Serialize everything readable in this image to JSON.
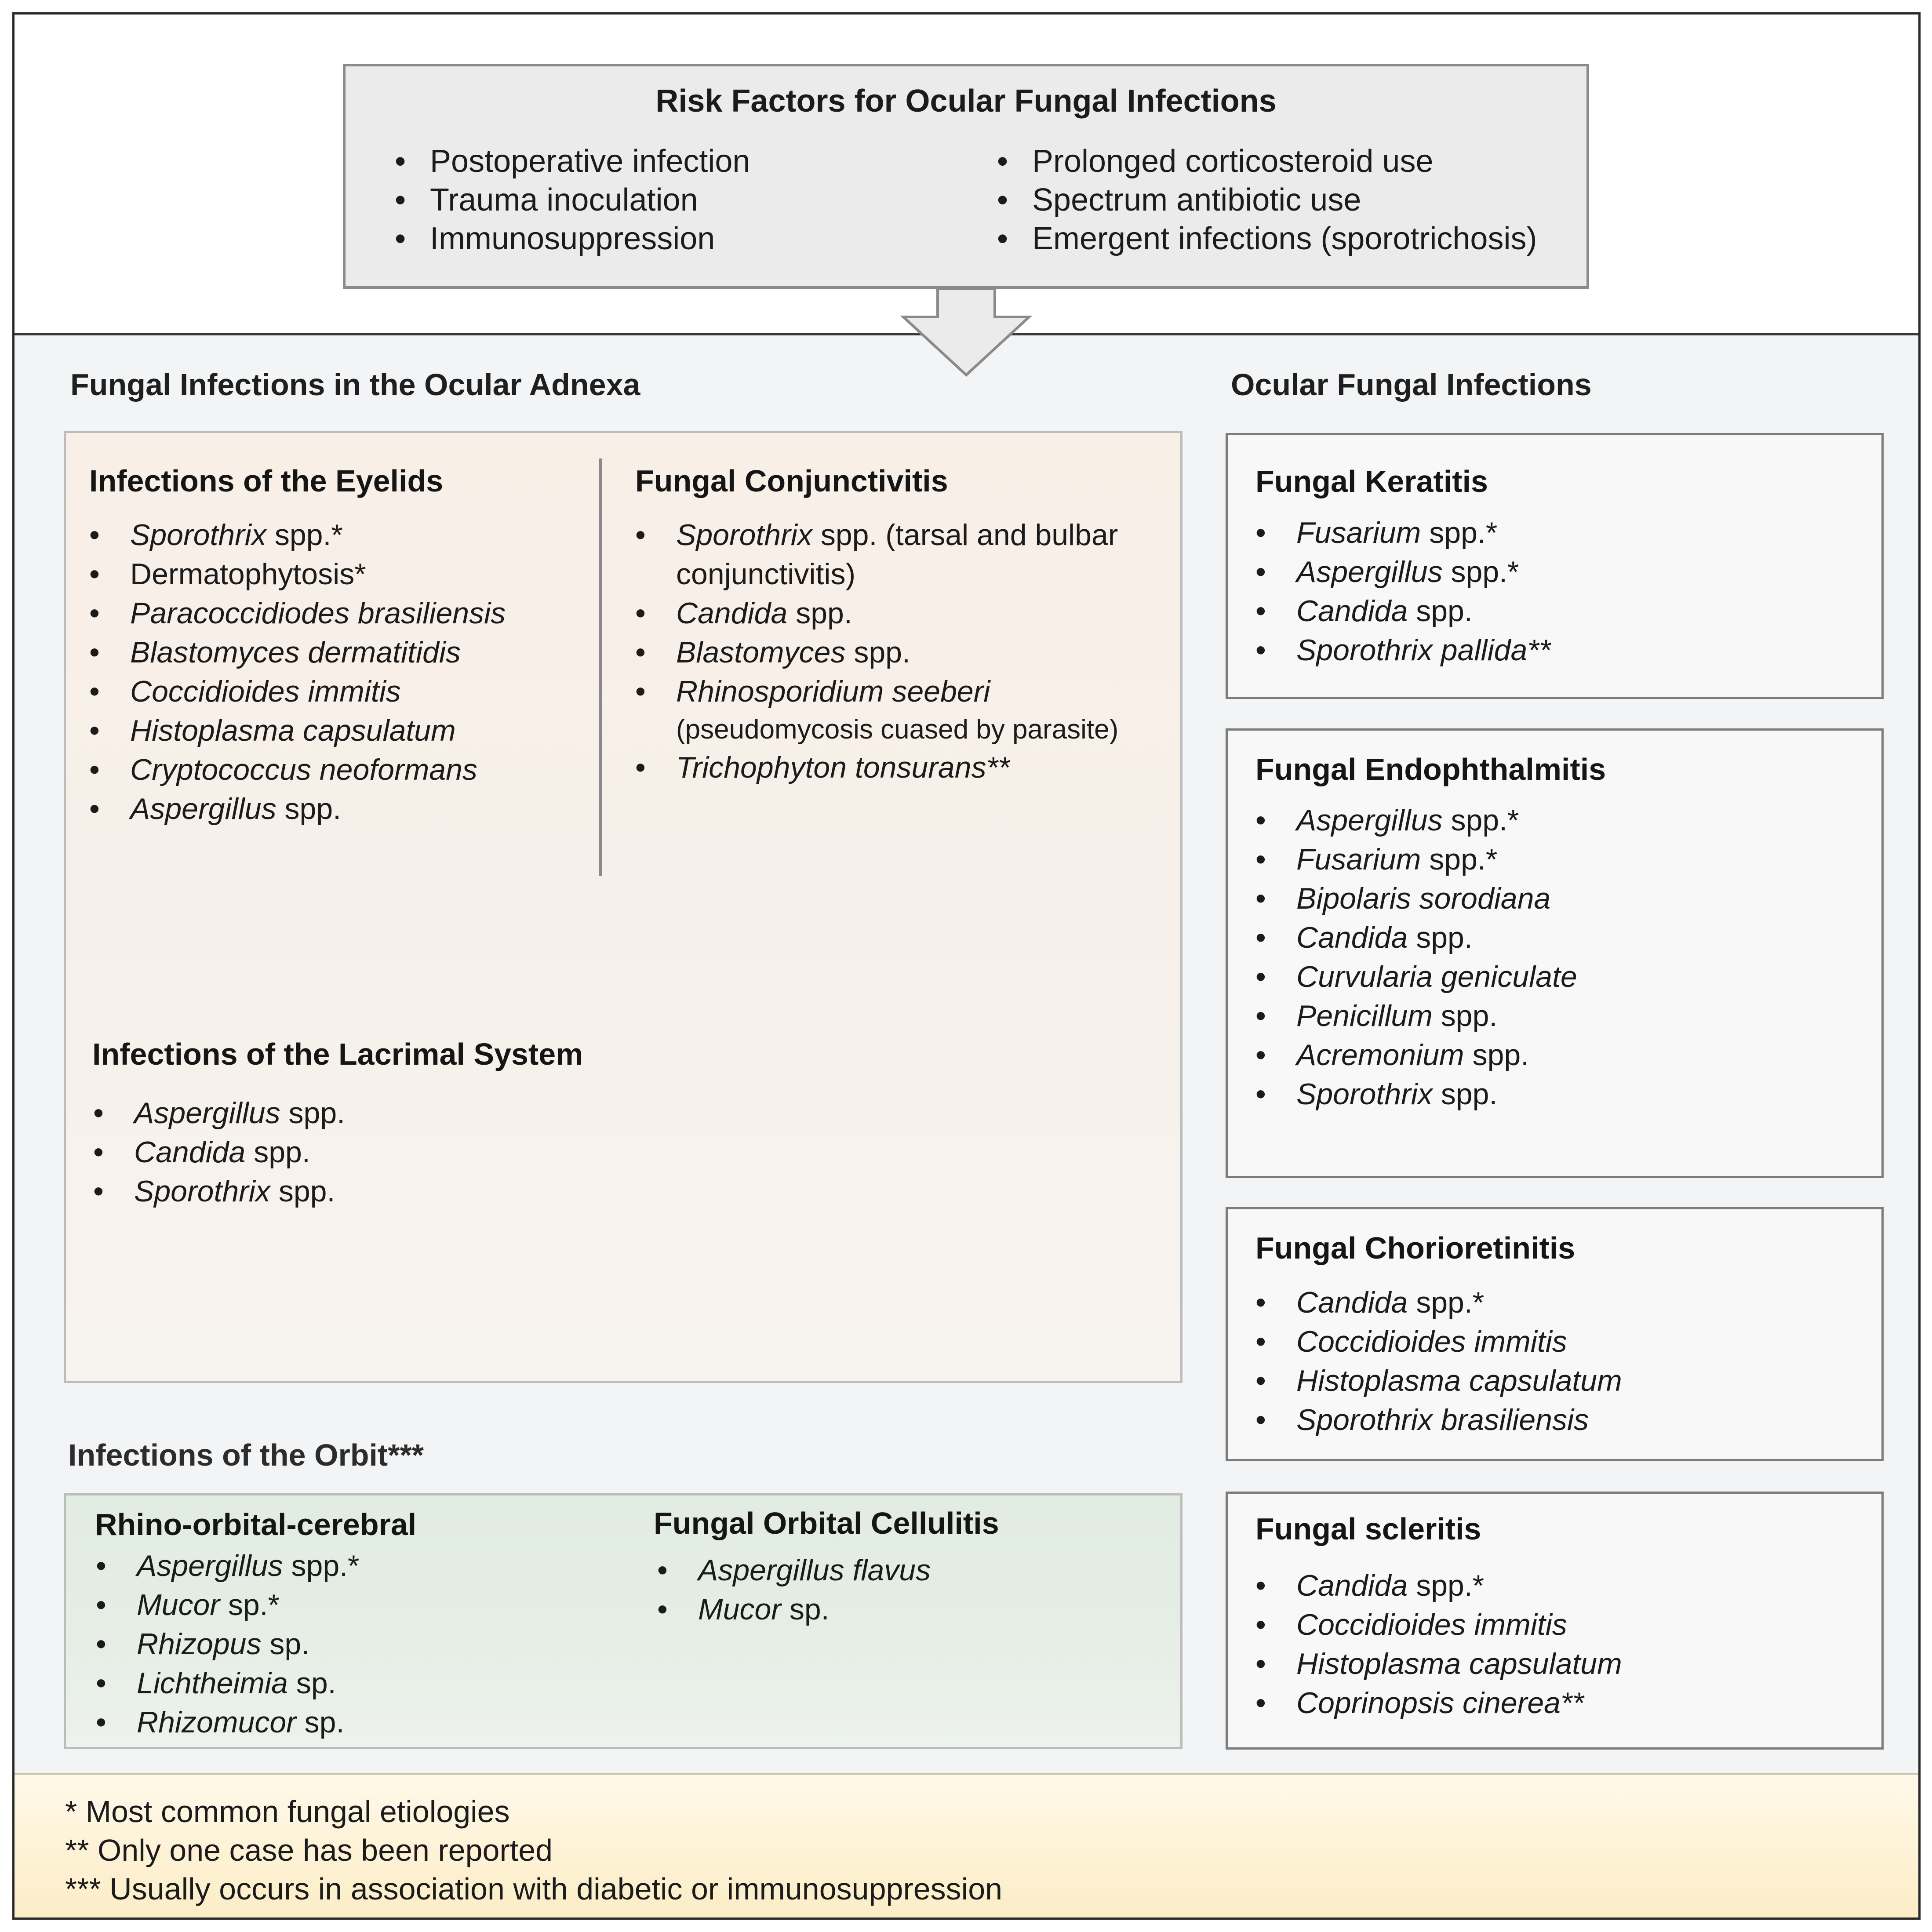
{
  "risk_factors": {
    "title": "Risk Factors for Ocular Fungal Infections",
    "left": [
      "Postoperative infection",
      "Trauma inoculation",
      "Immunosuppression"
    ],
    "right": [
      "Prolonged corticosteroid use",
      "Spectrum antibiotic use",
      "Emergent infections (sporotrichosis)"
    ]
  },
  "adnexa": {
    "title": "Fungal Infections in the Ocular Adnexa",
    "eyelids": {
      "title": "Infections of the Eyelids",
      "items": [
        {
          "name": "Sporothrix",
          "suffix": " spp.*"
        },
        {
          "name": "",
          "suffix": "Dermatophytosis*"
        },
        {
          "name": "Paracoccidiodes brasiliensis",
          "suffix": ""
        },
        {
          "name": "Blastomyces dermatitidis",
          "suffix": ""
        },
        {
          "name": "Coccidioides immitis",
          "suffix": ""
        },
        {
          "name": "Histoplasma capsulatum",
          "suffix": ""
        },
        {
          "name": "Cryptococcus neoformans",
          "suffix": ""
        },
        {
          "name": "Aspergillus",
          "suffix": " spp."
        }
      ]
    },
    "conjunctivitis": {
      "title": "Fungal Conjunctivitis",
      "items": [
        {
          "name": "Sporothrix",
          "suffix": " spp. (tarsal and bulbar conjunctivitis)"
        },
        {
          "name": "Candida",
          "suffix": " spp."
        },
        {
          "name": "Blastomyces",
          "suffix": " spp."
        },
        {
          "name": "Rhinosporidium seeberi",
          "suffix": "",
          "note": "(pseudomycosis cuased by parasite)"
        },
        {
          "name": "Trichophyton tonsurans**",
          "suffix": ""
        }
      ]
    },
    "lacrimal": {
      "title": "Infections of the Lacrimal System",
      "items": [
        {
          "name": "Aspergillus",
          "suffix": " spp."
        },
        {
          "name": "Candida",
          "suffix": " spp."
        },
        {
          "name": "Sporothrix",
          "suffix": " spp."
        }
      ]
    }
  },
  "orbit": {
    "title": "Infections of the Orbit***",
    "rhino": {
      "title": "Rhino-orbital-cerebral",
      "items": [
        {
          "name": "Aspergillus",
          "suffix": " spp.*"
        },
        {
          "name": "Mucor",
          "suffix": " sp.*"
        },
        {
          "name": "Rhizopus",
          "suffix": " sp."
        },
        {
          "name": "Lichtheimia",
          "suffix": " sp."
        },
        {
          "name": "Rhizomucor",
          "suffix": " sp."
        }
      ]
    },
    "cellulitis": {
      "title": "Fungal Orbital Cellulitis",
      "items": [
        {
          "name": "Aspergillus flavus",
          "suffix": ""
        },
        {
          "name": "Mucor",
          "suffix": " sp."
        }
      ]
    }
  },
  "ocular": {
    "title": "Ocular Fungal Infections",
    "keratitis": {
      "title": "Fungal Keratitis",
      "items": [
        {
          "name": "Fusarium",
          "suffix": " spp.*"
        },
        {
          "name": "Aspergillus",
          "suffix": " spp.*"
        },
        {
          "name": "Candida",
          "suffix": " spp."
        },
        {
          "name": "Sporothrix pallida**",
          "suffix": ""
        }
      ]
    },
    "endophthalmitis": {
      "title": "Fungal Endophthalmitis",
      "items": [
        {
          "name": "Aspergillus",
          "suffix": " spp.*"
        },
        {
          "name": "Fusarium",
          "suffix": " spp.*"
        },
        {
          "name": "Bipolaris sorodiana",
          "suffix": ""
        },
        {
          "name": "Candida",
          "suffix": " spp."
        },
        {
          "name": "Curvularia geniculate",
          "suffix": ""
        },
        {
          "name": "Penicillum",
          "suffix": " spp."
        },
        {
          "name": "Acremonium",
          "suffix": " spp."
        },
        {
          "name": "Sporothrix",
          "suffix": " spp."
        }
      ]
    },
    "chorioretinitis": {
      "title": "Fungal Chorioretinitis",
      "items": [
        {
          "name": "Candida",
          "suffix": " spp.*"
        },
        {
          "name": "Coccidioides immitis",
          "suffix": ""
        },
        {
          "name": "Histoplasma capsulatum",
          "suffix": ""
        },
        {
          "name": "Sporothrix brasiliensis",
          "suffix": ""
        }
      ]
    },
    "scleritis": {
      "title": "Fungal scleritis",
      "items": [
        {
          "name": "Candida",
          "suffix": " spp.*"
        },
        {
          "name": "Coccidioides immitis",
          "suffix": ""
        },
        {
          "name": "Histoplasma capsulatum",
          "suffix": ""
        },
        {
          "name": "Coprinopsis cinerea**",
          "suffix": ""
        }
      ]
    }
  },
  "footnotes": [
    "* Most common fungal etiologies",
    "** Only one case has been reported",
    "*** Usually occurs in association with diabetic or immunosuppression"
  ]
}
